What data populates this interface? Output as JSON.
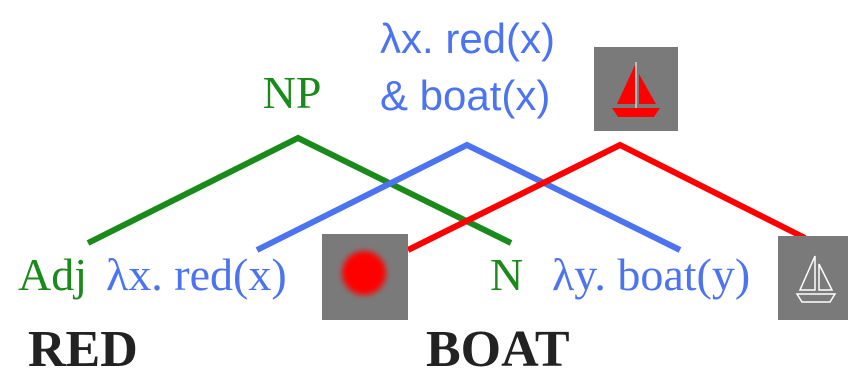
{
  "colors": {
    "syntax": "#1a8a1a",
    "semantics": "#4d74f0",
    "image": "#ff0000",
    "words": "#222222",
    "image_bg": "#7a7a7a"
  },
  "tree": {
    "root_label": "NP",
    "root_semantics_line1": "λx. red(x)",
    "root_semantics_line2": "& boat(x)",
    "root_image": "red-sailboat-icon",
    "adj_label": "Adj",
    "adj_semantics": "λx. red(x)",
    "adj_image": "red-blob-icon",
    "noun_label": "N",
    "noun_semantics": "λy. boat(y)",
    "noun_image": "sailboat-outline-icon"
  },
  "words": {
    "adj_word": "RED",
    "noun_word": "BOAT"
  }
}
